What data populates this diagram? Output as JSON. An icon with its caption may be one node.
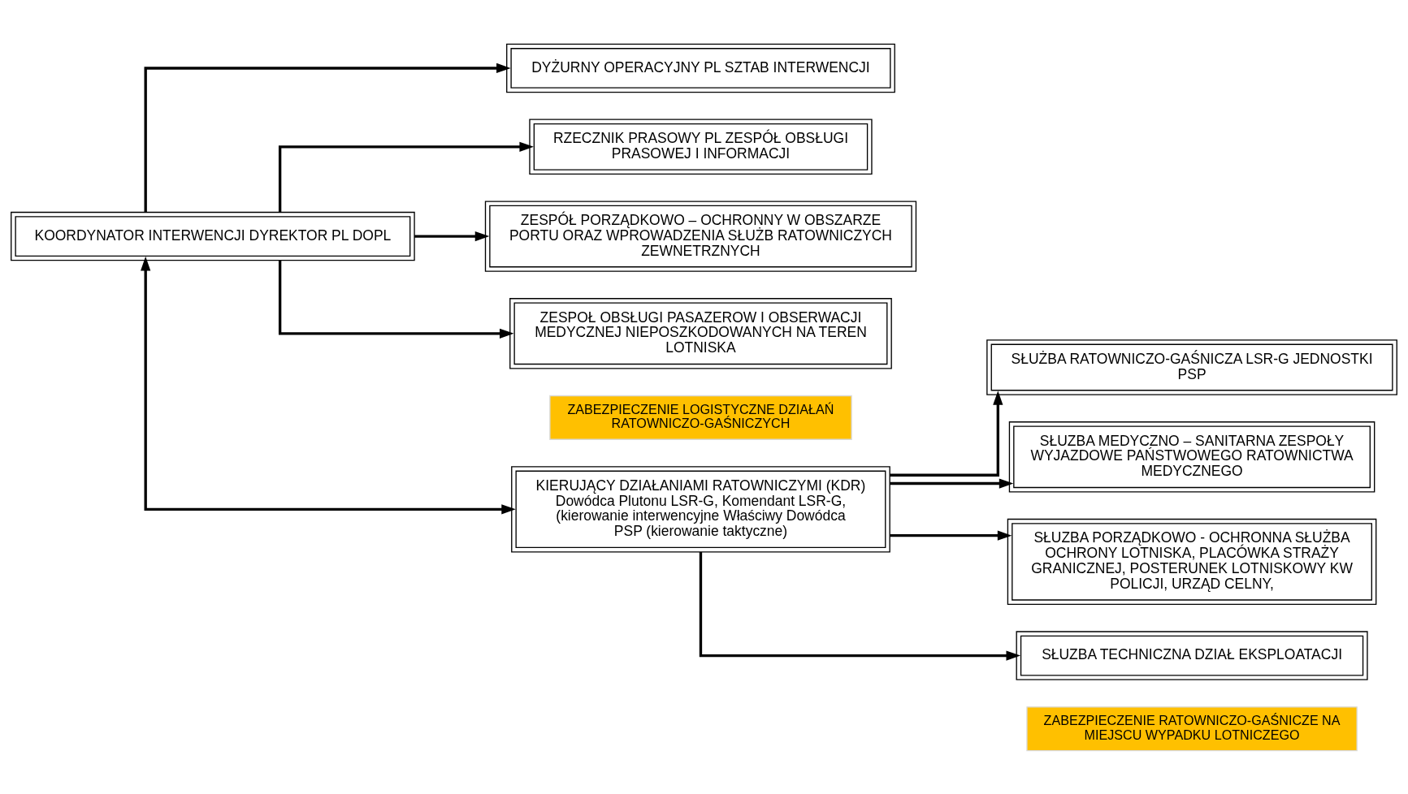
{
  "diagram": {
    "nodes": [
      {
        "text": [
          "KOORDYNATOR INTERWENCJI DYREKTOR PL DOPL"
        ]
      },
      {
        "text": [
          "DYŻURNY OPERACYJNY PL SZTAB INTERWENCJI"
        ]
      },
      {
        "text": [
          "RZECZNIK PRASOWY PL ZESPÓŁ OBSŁUGI PRASOWEJ I INFORMACJI"
        ]
      },
      {
        "text": [
          "ZESPÓŁ PORZĄDKOWO – OCHRONNY W OBSZARZE PORTU ORAZ WPROWADZENIA SŁUŻB RATOWNICZYCH ZEWNETRZNYCH"
        ]
      },
      {
        "text": [
          "ZESPOŁ OBSŁUGI PASAZEROW I OBSERWACJI MEDYCZNEJ NIEPOSZKODOWANYCH NA TEREN LOTNISKA"
        ]
      },
      {
        "text": [
          "ZABEZPIECZENIE LOGISTYCZNE DZIAŁAŃ RATOWNICZO-GAŚNICZYCH"
        ]
      },
      {
        "text": [
          "KIERUJĄCY DZIAŁANIAMI RATOWNICZYMI (KDR)",
          "Dowódca Plutonu LSR-G, Komendant LSR-G, (kierowanie interwencyjne Właściwy Dowódca PSP (kierowanie taktyczne)"
        ]
      },
      {
        "text": [
          "SŁUŻBA RATOWNICZO-GAŚNICZA LSR-G JEDNOSTKI PSP"
        ]
      },
      {
        "text": [
          "SŁUZBA MEDYCZNO – SANITARNA ZESPOŁY WYJAZDOWE PAŃSTWOWEGO RATOWNICTWA MEDYCZNEGO"
        ]
      },
      {
        "text": [
          "SŁUZBA PORZĄDKOWO - OCHRONNA SŁUŻBA OCHRONY LOTNISKA, PLACÓWKA STRAŻY GRANICZNEJ, POSTERUNEK LOTNISKOWY KW POLICJI, URZĄD CELNY,"
        ]
      },
      {
        "text": [
          "SŁUZBA TECHNICZNA DZIAŁ EKSPLOATACJI"
        ]
      },
      {
        "text": [
          "ZABEZPIECZENIE RATOWNICZO-GAŚNICZE NA MIEJSCU WYPADKU LOTNICZEGO"
        ]
      }
    ],
    "edges": [
      {
        "from": 0,
        "to": 1,
        "arrow": "to"
      },
      {
        "from": 0,
        "to": 2,
        "arrow": "to"
      },
      {
        "from": 0,
        "to": 3,
        "arrow": "to"
      },
      {
        "from": 0,
        "to": 4,
        "arrow": "to"
      },
      {
        "from": 0,
        "to": 6,
        "arrow": "both"
      },
      {
        "from": 6,
        "to": 7,
        "arrow": "to"
      },
      {
        "from": 6,
        "to": 8,
        "arrow": "to"
      },
      {
        "from": 6,
        "to": 9,
        "arrow": "to"
      },
      {
        "from": 6,
        "to": 10,
        "arrow": "to"
      }
    ]
  }
}
